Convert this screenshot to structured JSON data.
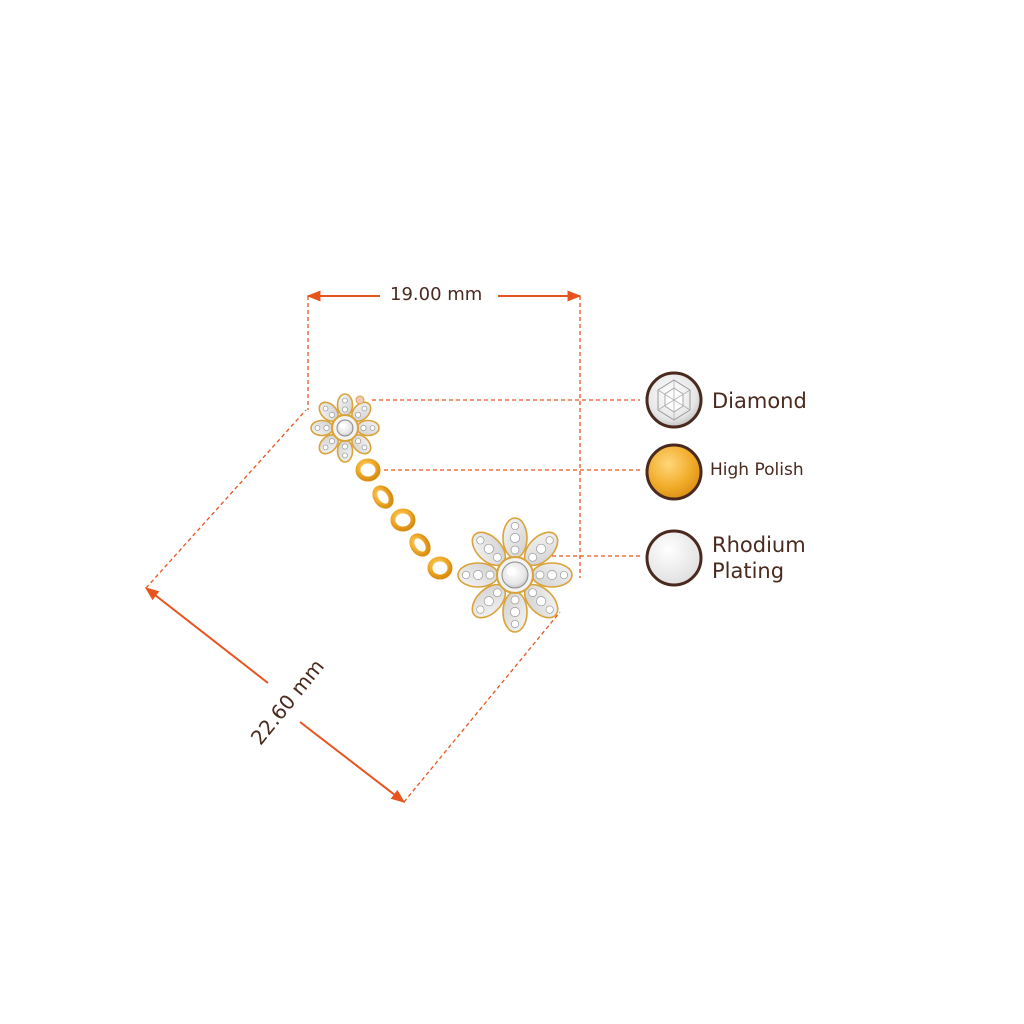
{
  "dimensions": {
    "width_label": "19.00 mm",
    "length_label": "22.60 mm"
  },
  "legend": [
    {
      "id": "diamond",
      "label": "Diamond",
      "icon": "diamond-swatch",
      "color": "#f2f2f2"
    },
    {
      "id": "high-polish",
      "label": "High Polish",
      "icon": "gold-swatch",
      "color": "#f6c75a"
    },
    {
      "id": "rhodium",
      "label": "Rhodium Plating",
      "icon": "rhodium-swatch",
      "color": "#ececec"
    }
  ],
  "colors": {
    "dimension_line": "#e8541e",
    "swatch_border": "#4a2a1e",
    "gold": "#f0a82a",
    "text": "#4a2a1e"
  }
}
